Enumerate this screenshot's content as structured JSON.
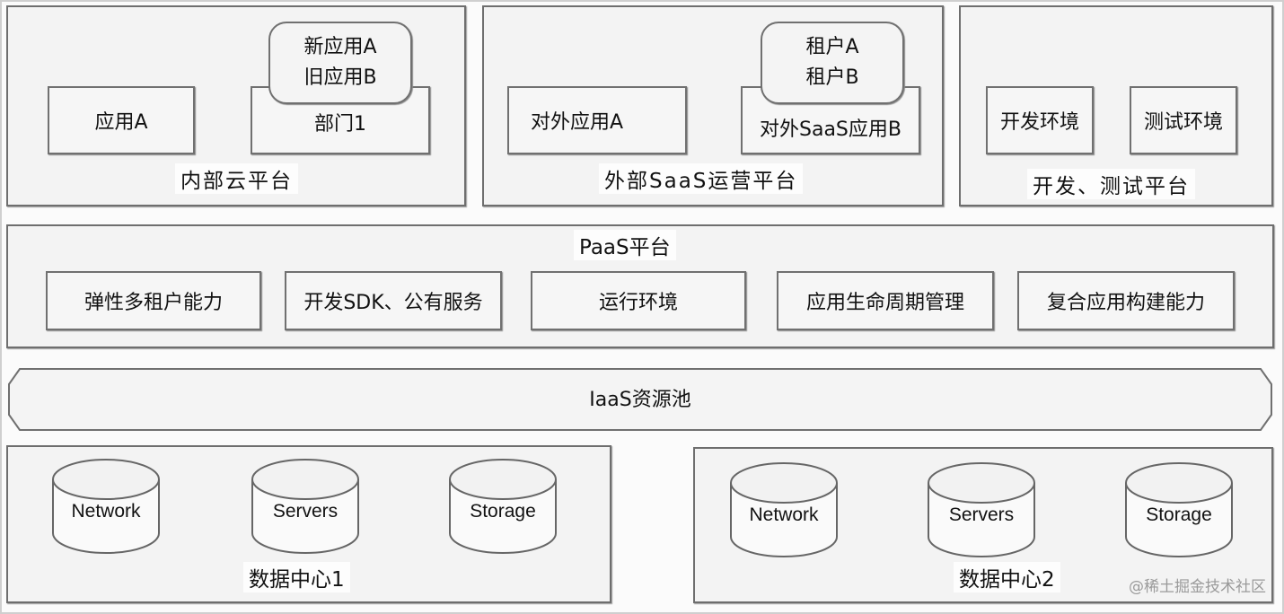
{
  "top_row": {
    "internal_cloud": {
      "title": "内部云平台",
      "app_a": "应用A",
      "department": "部门1",
      "dept_apps": [
        "新应用A",
        "旧应用B"
      ]
    },
    "external_saas": {
      "title": "外部SaaS运营平台",
      "external_app_a": "对外应用A",
      "external_saas_app_b": "对外SaaS应用B",
      "tenants": [
        "租户A",
        "租户B"
      ]
    },
    "dev_test": {
      "title": "开发、测试平台",
      "dev_env": "开发环境",
      "test_env": "测试环境"
    }
  },
  "paas": {
    "title": "PaaS平台",
    "capabilities": [
      "弹性多租户能力",
      "开发SDK、公有服务",
      "运行环境",
      "应用生命周期管理",
      "复合应用构建能力"
    ]
  },
  "iaas": {
    "title": "IaaS资源池"
  },
  "datacenters": [
    {
      "title": "数据中心1",
      "resources": [
        "Network",
        "Servers",
        "Storage"
      ]
    },
    {
      "title": "数据中心2",
      "resources": [
        "Network",
        "Servers",
        "Storage"
      ]
    }
  ],
  "watermark": "@稀土掘金技术社区"
}
